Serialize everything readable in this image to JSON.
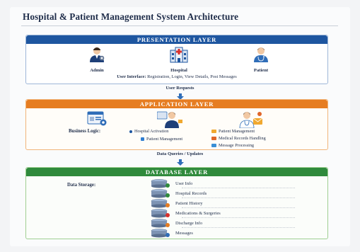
{
  "title": "Hospital & Patient Management System Architecture",
  "presentation": {
    "header": "PRESENTATION LAYER",
    "actors": [
      {
        "label": "Admin",
        "icon": "admin-icon"
      },
      {
        "label": "Hospital",
        "icon": "hospital-icon"
      },
      {
        "label": "Patient",
        "icon": "patient-icon"
      }
    ],
    "ui_label": "User Interface:",
    "ui_text": "Registration, Login, View Details, Post Messages"
  },
  "flow1": "User Requests",
  "application": {
    "header": "APPLICATION LAYER",
    "business_label": "Business Logic:",
    "items": [
      {
        "label": "Hospital Activation",
        "color": "#1e56a0"
      },
      {
        "label": "Patient Management",
        "color": "#2f7dd1"
      },
      {
        "label": "Patient Management",
        "color": "#f0a830"
      },
      {
        "label": "Medical Records Handling",
        "color": "#e0662a"
      },
      {
        "label": "Message Processing",
        "color": "#3a8fd6"
      }
    ]
  },
  "flow2": "Data Queries / Updates",
  "database": {
    "header": "DATABASE LAYER",
    "storage_label": "Data Storage:",
    "tables": [
      "User Info",
      "Hospital Records",
      "Patient History",
      "Medications & Surgeries",
      "Discharge Info",
      "Messages"
    ]
  }
}
